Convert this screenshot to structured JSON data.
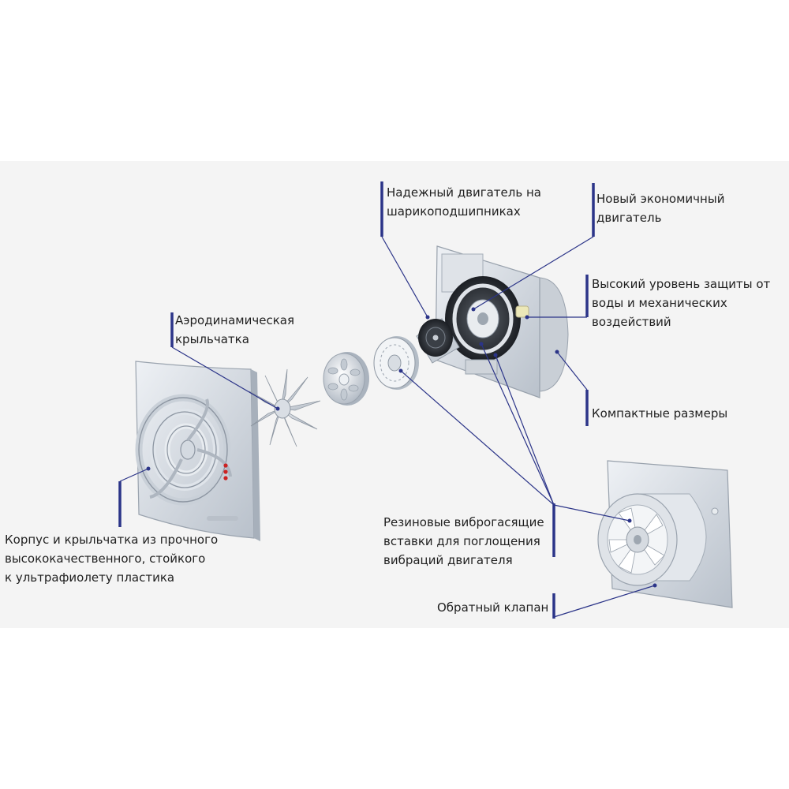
{
  "labels": {
    "motor_bearings": [
      "Надежный двигатель на",
      "шарикоподшипниках"
    ],
    "economy_motor": [
      "Новый экономичный",
      "двигатель"
    ],
    "protection": [
      "Высокий уровень защиты от",
      "воды и механических",
      "воздействий"
    ],
    "impeller": [
      "Аэродинамическая",
      "крыльчатка"
    ],
    "compact": [
      "Компактные размеры"
    ],
    "housing": [
      "Корпус и крыльчатка из прочного",
      "высококачественного, стойкого",
      "к ультрафиолету пластика"
    ],
    "rubber": [
      "Резиновые виброгасящие",
      "вставки для поглощения",
      "вибраций двигателя"
    ],
    "check_valve": [
      "Обратный клапан"
    ]
  },
  "colors": {
    "band": "#f4f4f4",
    "leader": "#2b3488",
    "accent_bar": "#2b3488",
    "plastic": "#d7dde4",
    "led": "#cc2222"
  }
}
